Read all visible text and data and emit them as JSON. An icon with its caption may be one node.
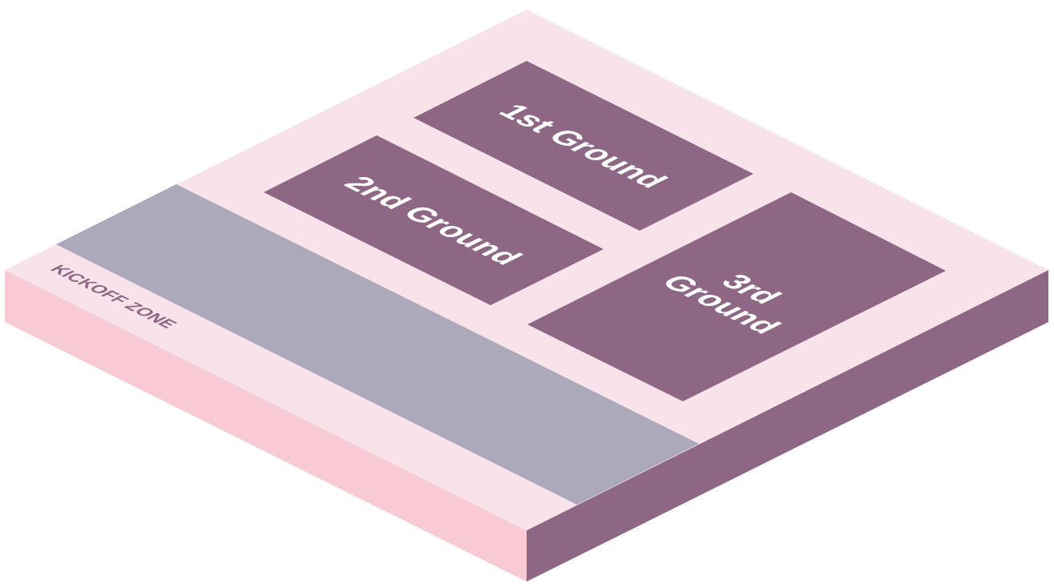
{
  "diagram": {
    "nodes": [
      {
        "text": [],
        "shape": "box"
      },
      {
        "text": [
          "1st Ground"
        ],
        "in": 0
      },
      {
        "text": [
          "2nd Ground"
        ],
        "in": 0
      },
      {
        "text": [
          "3rd Ground"
        ],
        "in": 0
      }
    ],
    "labels": [
      "KICKOFF ZONE"
    ]
  }
}
